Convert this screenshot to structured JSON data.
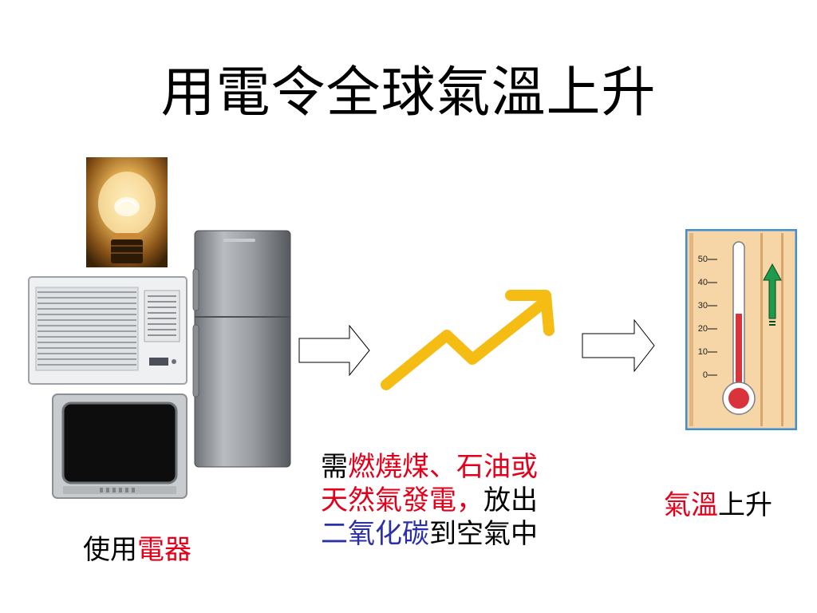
{
  "title": "用電令全球氣溫上升",
  "left_caption": {
    "part1": "使用",
    "part2": "電器"
  },
  "middle_caption": {
    "line1_a": "需",
    "line1_b": "燃燒煤、石油或",
    "line2_a": "天然氣發電，",
    "line2_b": "放出",
    "line3_a": "二氧化碳",
    "line3_b": "到空氣中"
  },
  "right_caption": {
    "part1": "氣溫",
    "part2": "上升"
  },
  "thermometer_scale": [
    "50",
    "40",
    "30",
    "20",
    "10",
    "0"
  ],
  "colors": {
    "emphasis_red": "#e3001b",
    "emphasis_blue": "#2b2fa8",
    "trend_arrow": "#f5bd14",
    "thermo_up_arrow": "#1f9a4c"
  },
  "icons": [
    "light-bulb-icon",
    "air-conditioner-icon",
    "refrigerator-icon",
    "television-icon",
    "hollow-right-arrow-icon",
    "rising-trend-arrow-icon",
    "thermometer-icon",
    "up-arrow-icon"
  ]
}
